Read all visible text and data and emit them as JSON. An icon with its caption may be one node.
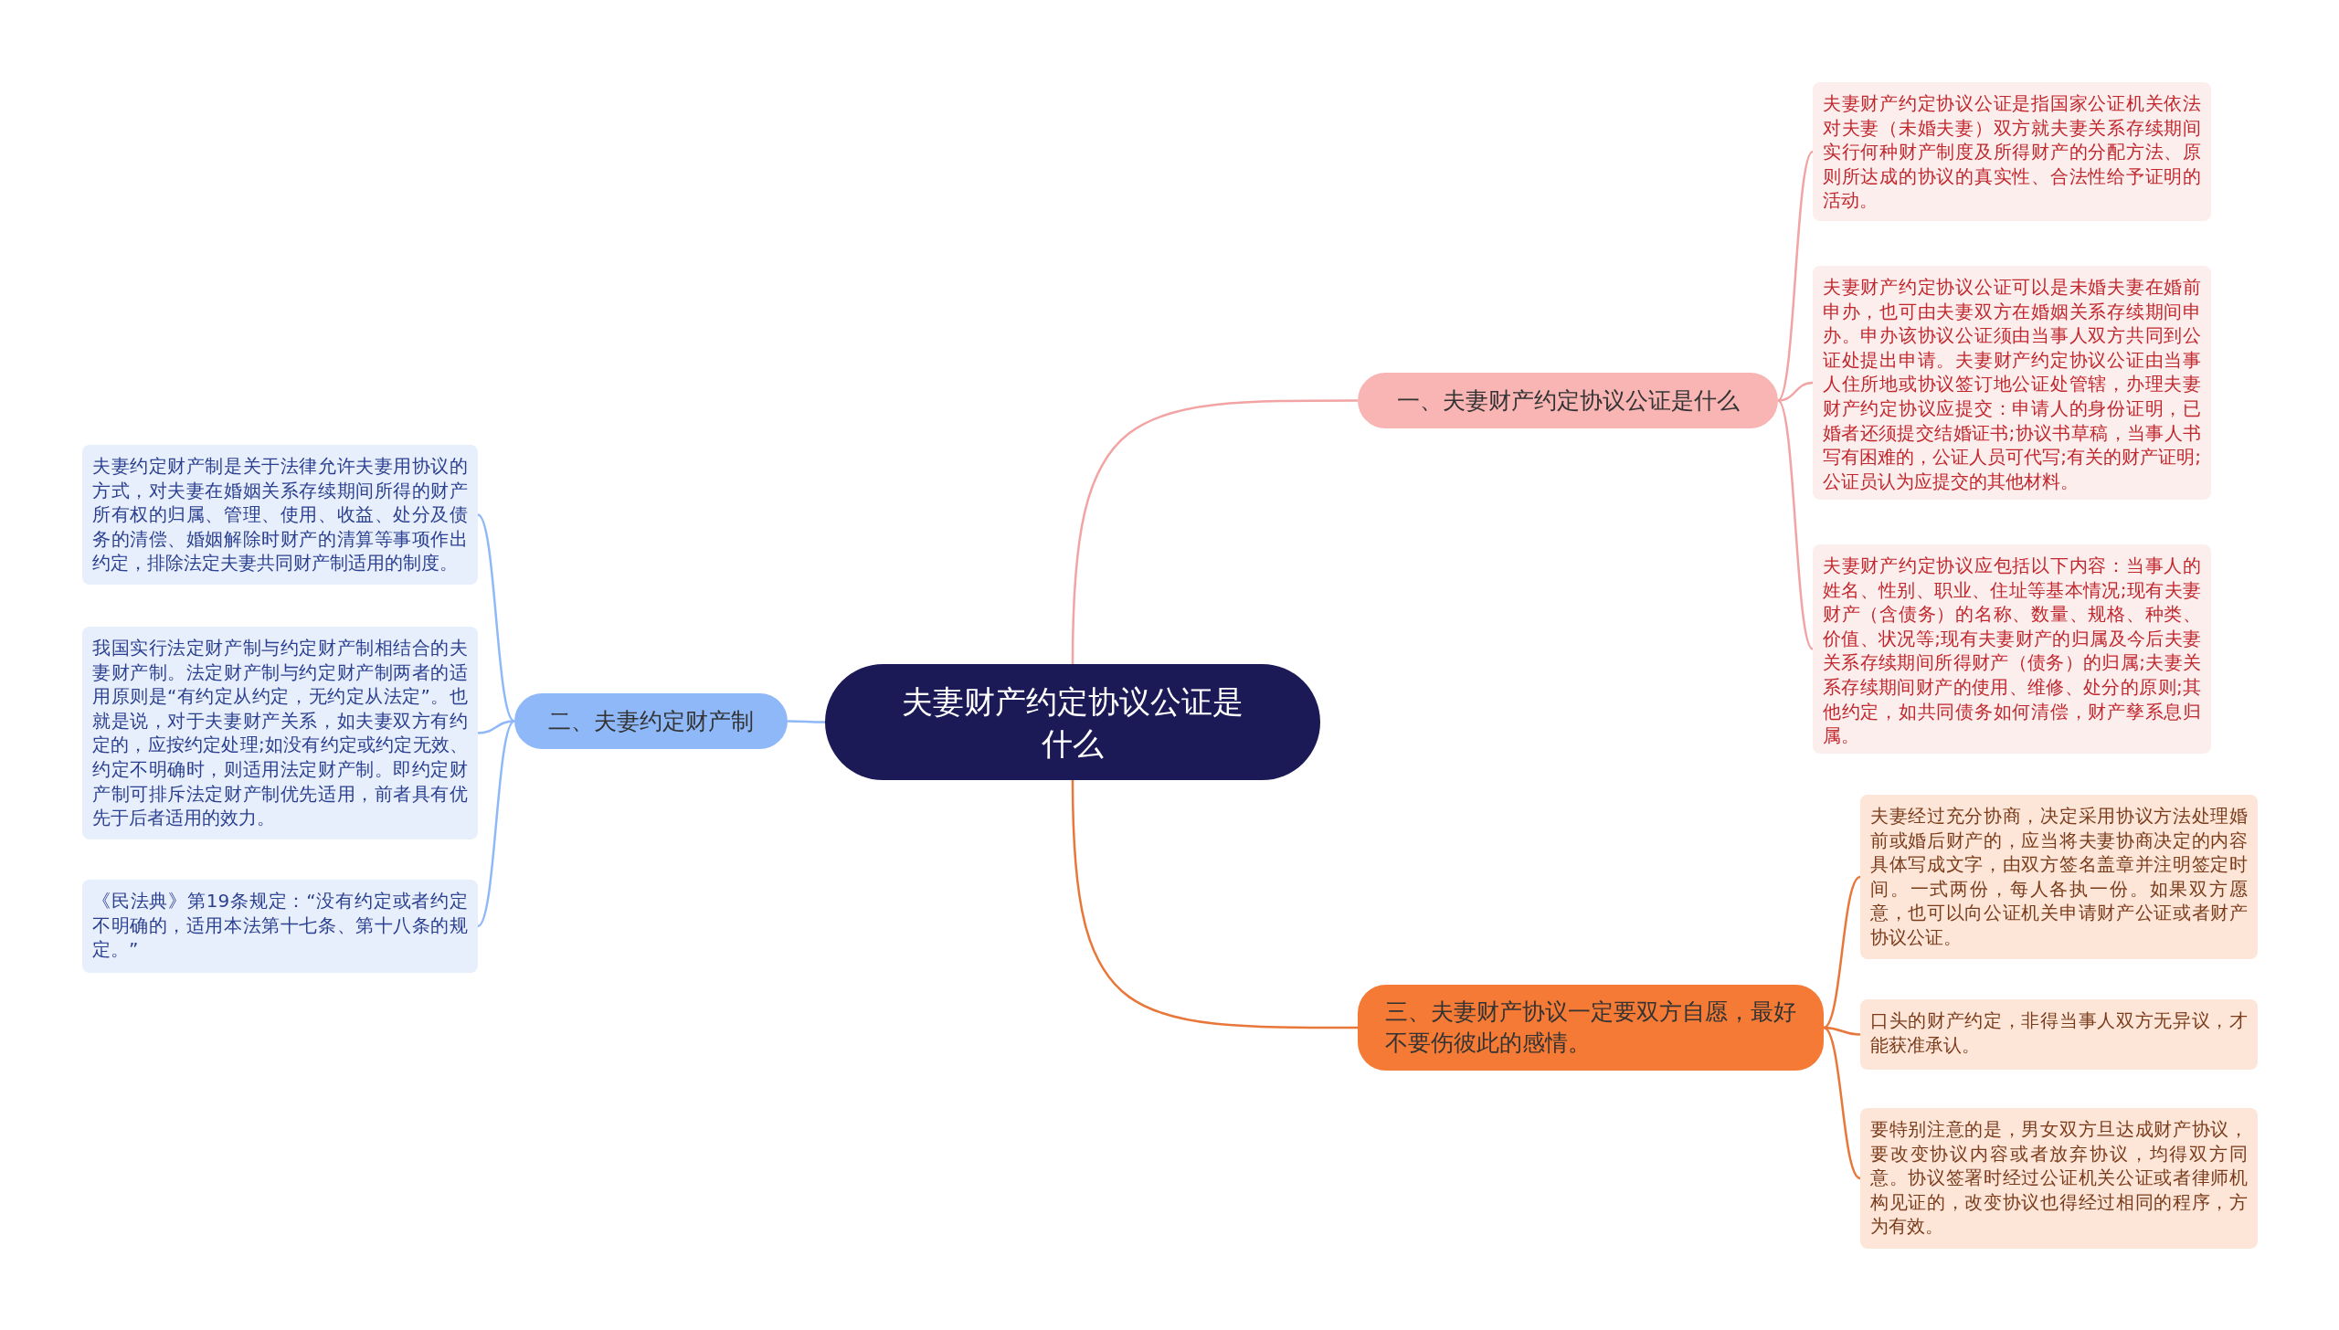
{
  "diagram": {
    "nodes": [
      {
        "text": [
          "夫妻财产约定协议公证是什么"
        ]
      },
      {
        "text": [
          "一、夫妻财产约定协议公证是什么"
        ]
      },
      {
        "text": [
          "夫妻财产约定协议公证是指国家公证机关依法对夫妻（未婚夫妻）双方就夫妻关系存续期间实行何种财产制度及所得财产的分配方法、原则所达成的协议的真实性、合法性给予证明的活动。"
        ]
      },
      {
        "text": [
          "夫妻财产约定协议公证可以是未婚夫妻在婚前申办，也可由夫妻双方在婚姻关系存续期间申办。申办该协议公证须由当事人双方共同到公证处提出申请。夫妻财产约定协议公证由当事人住所地或协议签订地公证处管辖，办理夫妻财产约定协议应提交：申请人的身份证明，已婚者还须提交结婚证书;协议书草稿，当事人书写有困难的，公证人员可代写;有关的财产证明;公证员认为应提交的其他材料。"
        ]
      },
      {
        "text": [
          "夫妻财产约定协议应包括以下内容：当事人的姓名、性别、职业、住址等基本情况;现有夫妻财产（含债务）的名称、数量、规格、种类、价值、状况等;现有夫妻财产的归属及今后夫妻关系存续期间所得财产（债务）的归属;夫妻关系存续期间财产的使用、维修、处分的原则;其他约定，如共同债务如何清偿，财产孳系息归属。"
        ]
      },
      {
        "text": [
          "二、夫妻约定财产制"
        ]
      },
      {
        "text": [
          "夫妻约定财产制是关于法律允许夫妻用协议的方式，对夫妻在婚姻关系存续期间所得的财产所有权的归属、管理、使用、收益、处分及债务的清偿、婚姻解除时财产的清算等事项作出约定，排除法定夫妻共同财产制适用的制度。"
        ]
      },
      {
        "text": [
          "我国实行法定财产制与约定财产制相结合的夫妻财产制。法定财产制与约定财产制两者的适用原则是“有约定从约定，无约定从法定”。也就是说，对于夫妻财产关系，如夫妻双方有约定的，应按约定处理;如没有约定或约定无效、约定不明确时，则适用法定财产制。即约定财产制可排斥法定财产制优先适用，前者具有优先于后者适用的效力。"
        ]
      },
      {
        "text": [
          "《民法典》第19条规定：“没有约定或者约定不明确的，适用本法第十七条、第十八条的规定。”"
        ]
      },
      {
        "text": [
          "三、夫妻财产协议一定要双方自愿，最好不要伤彼此的感情。"
        ]
      },
      {
        "text": [
          "夫妻经过充分协商，决定采用协议方法处理婚前或婚后财产的，应当将夫妻协商决定的内容具体写成文字，由双方签名盖章并注明签定时间。一式两份，每人各执一份。如果双方愿意，也可以向公证机关申请财产公证或者财产协议公证。"
        ]
      },
      {
        "text": [
          "口头的财产约定，非得当事人双方无异议，才能获准承认。"
        ]
      },
      {
        "text": [
          "要特别注意的是，男女双方旦达成财产协议，要改变协议内容或者放弃协议，均得双方同意。协议签署时经过公证机关公证或者律师机构见证的，改变协议也得经过相同的程序，方为有效。"
        ]
      }
    ],
    "edges": [
      {
        "from": 0,
        "to": 1,
        "arrow": "none",
        "color": "#f2a3a3"
      },
      {
        "from": 1,
        "to": 2,
        "arrow": "none",
        "color": "#f2a3a3"
      },
      {
        "from": 1,
        "to": 3,
        "arrow": "none",
        "color": "#f2a3a3"
      },
      {
        "from": 1,
        "to": 4,
        "arrow": "none",
        "color": "#f2a3a3"
      },
      {
        "from": 0,
        "to": 5,
        "arrow": "none",
        "color": "#8fb8f8"
      },
      {
        "from": 5,
        "to": 6,
        "arrow": "none",
        "color": "#8fb8f8"
      },
      {
        "from": 5,
        "to": 7,
        "arrow": "none",
        "color": "#8fb8f8"
      },
      {
        "from": 5,
        "to": 8,
        "arrow": "none",
        "color": "#8fb8f8"
      },
      {
        "from": 0,
        "to": 9,
        "arrow": "none",
        "color": "#e8773a"
      },
      {
        "from": 9,
        "to": 10,
        "arrow": "none",
        "color": "#e8773a"
      },
      {
        "from": 9,
        "to": 11,
        "arrow": "none",
        "color": "#e8773a"
      },
      {
        "from": 9,
        "to": 12,
        "arrow": "none",
        "color": "#e8773a"
      }
    ]
  }
}
